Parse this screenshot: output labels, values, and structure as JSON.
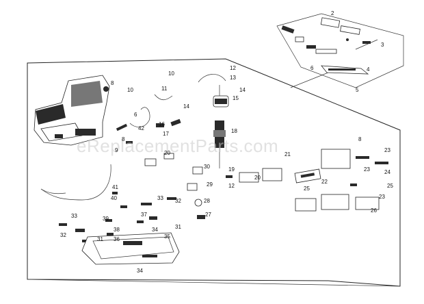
{
  "watermark": "eReplacementParts.com",
  "callouts": [
    {
      "id": "c2",
      "text": "2"
    },
    {
      "id": "c3",
      "text": "3"
    },
    {
      "id": "c4",
      "text": "4"
    },
    {
      "id": "c5",
      "text": "5"
    },
    {
      "id": "c6a",
      "text": "6"
    },
    {
      "id": "c8a",
      "text": "8"
    },
    {
      "id": "c10a",
      "text": "10"
    },
    {
      "id": "c10b",
      "text": "10"
    },
    {
      "id": "c11",
      "text": "11"
    },
    {
      "id": "c12a",
      "text": "12"
    },
    {
      "id": "c13",
      "text": "13"
    },
    {
      "id": "c14a",
      "text": "14"
    },
    {
      "id": "c14b",
      "text": "14"
    },
    {
      "id": "c15",
      "text": "15"
    },
    {
      "id": "c16",
      "text": "16"
    },
    {
      "id": "c17",
      "text": "17"
    },
    {
      "id": "c18",
      "text": "18"
    },
    {
      "id": "c6b",
      "text": "6"
    },
    {
      "id": "c42",
      "text": "42"
    },
    {
      "id": "c8b",
      "text": "8"
    },
    {
      "id": "c9",
      "text": "9"
    },
    {
      "id": "c20a",
      "text": "20"
    },
    {
      "id": "c21",
      "text": "21"
    },
    {
      "id": "c8c",
      "text": "8"
    },
    {
      "id": "c23a",
      "text": "23"
    },
    {
      "id": "c23b",
      "text": "23"
    },
    {
      "id": "c24",
      "text": "24"
    },
    {
      "id": "c30",
      "text": "30"
    },
    {
      "id": "c19",
      "text": "19"
    },
    {
      "id": "c20b",
      "text": "20"
    },
    {
      "id": "c29",
      "text": "29"
    },
    {
      "id": "c12b",
      "text": "12"
    },
    {
      "id": "c22",
      "text": "22"
    },
    {
      "id": "c25a",
      "text": "25"
    },
    {
      "id": "c23c",
      "text": "23"
    },
    {
      "id": "c25b",
      "text": "25"
    },
    {
      "id": "c26",
      "text": "26"
    },
    {
      "id": "c41",
      "text": "41"
    },
    {
      "id": "c40",
      "text": "40"
    },
    {
      "id": "c33a",
      "text": "33"
    },
    {
      "id": "c32a",
      "text": "32"
    },
    {
      "id": "c28",
      "text": "28"
    },
    {
      "id": "c27",
      "text": "27"
    },
    {
      "id": "c33b",
      "text": "33"
    },
    {
      "id": "c39",
      "text": "39"
    },
    {
      "id": "c37",
      "text": "37"
    },
    {
      "id": "c38",
      "text": "38"
    },
    {
      "id": "c34a",
      "text": "34"
    },
    {
      "id": "c31a",
      "text": "31"
    },
    {
      "id": "c32b",
      "text": "32"
    },
    {
      "id": "c31b",
      "text": "31"
    },
    {
      "id": "c36",
      "text": "36"
    },
    {
      "id": "c35",
      "text": "35"
    },
    {
      "id": "c34b",
      "text": "34"
    }
  ]
}
